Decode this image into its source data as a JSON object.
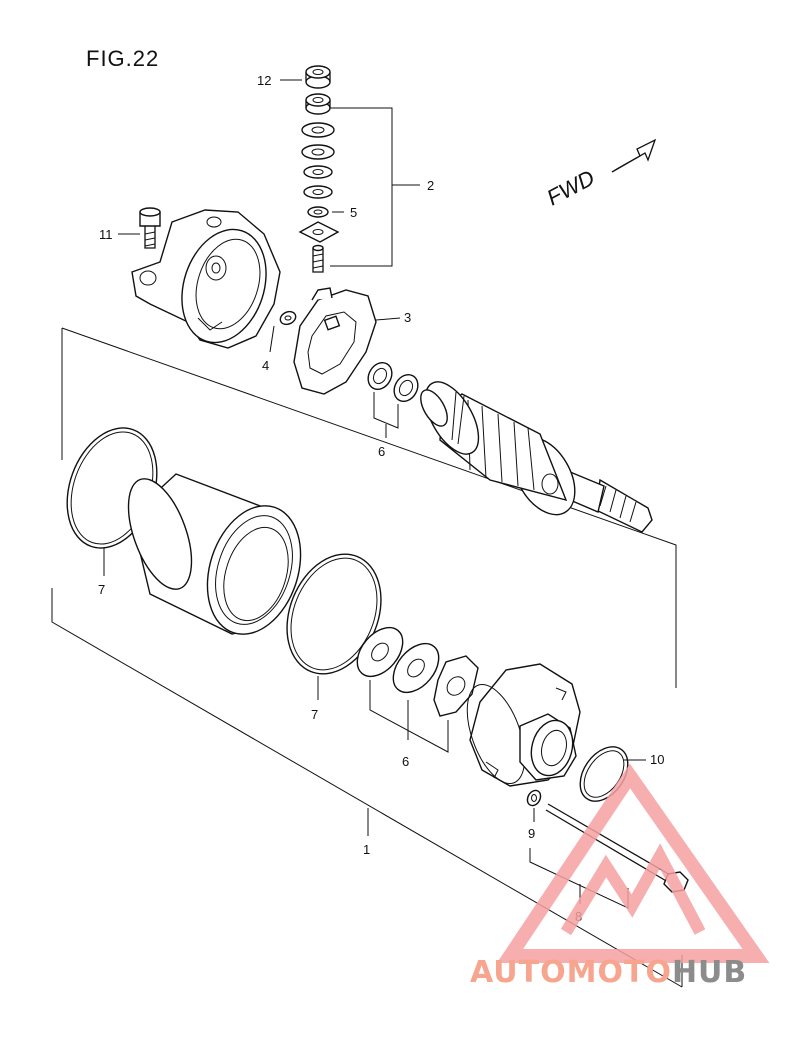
{
  "figure": {
    "title": "FIG.22",
    "direction_label": "FWD"
  },
  "callouts": [
    {
      "id": "c1",
      "text": "1"
    },
    {
      "id": "c2",
      "text": "2"
    },
    {
      "id": "c3",
      "text": "3"
    },
    {
      "id": "c4",
      "text": "4"
    },
    {
      "id": "c5",
      "text": "5"
    },
    {
      "id": "c6a",
      "text": "6"
    },
    {
      "id": "c6b",
      "text": "6"
    },
    {
      "id": "c7a",
      "text": "7"
    },
    {
      "id": "c7b",
      "text": "7"
    },
    {
      "id": "c8",
      "text": "8"
    },
    {
      "id": "c9",
      "text": "9"
    },
    {
      "id": "c10",
      "text": "10"
    },
    {
      "id": "c11",
      "text": "11"
    },
    {
      "id": "c12",
      "text": "12"
    }
  ],
  "watermark": {
    "part1": "AUTOMOTO",
    "part2": "HUB",
    "color_primary": "#f7a58f",
    "color_triangle": "#f5a0a0",
    "color_secondary": "#8c8c8c"
  }
}
